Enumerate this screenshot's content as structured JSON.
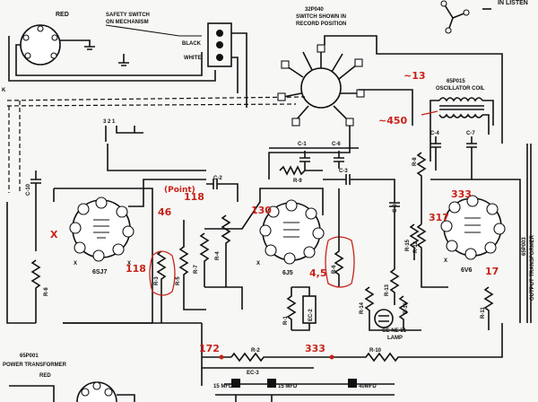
{
  "labels": {
    "red_top": "RED",
    "safety_switch": [
      "SAFETY SWITCH",
      "ON MECHANISM"
    ],
    "black": "BLACK",
    "white": "WHITE",
    "switch_part": "32P040",
    "switch_caption": [
      "SWITCH SHOWN IN",
      "RECORD POSITION"
    ],
    "in_listen": "IN LISTEN",
    "osc_part": "65P015",
    "osc_name": "OSCILLATOR COIL",
    "c1": "C-1",
    "c6": "C-6",
    "r9": "R-9",
    "c3": "C-3",
    "c2": "C-2",
    "c10": "C-10",
    "c4": "C-4",
    "c7": "C-7",
    "c9": "C-9",
    "r8_left": "R-8",
    "r8_mid": "R-8",
    "r3": "R-3",
    "r5": "R-5",
    "r7": "R-7",
    "r4": "R-4",
    "r6": "R-6",
    "r1": "R-1",
    "ec2": "EC-2",
    "r13": "R-13",
    "r15": "R-15",
    "r12": "R-12",
    "r14": "R-14",
    "r16": "R-16",
    "r11": "R-11",
    "r2": "R-2",
    "r10": "R-10",
    "ec3": "EC-3",
    "tube_6sj7": "6SJ7",
    "tube_6j5": "6J5",
    "tube_6v6": "6V6",
    "ge_lamp": [
      "GE NE 51",
      "LAMP"
    ],
    "power_part": "65P001",
    "power_name": "POWER TRANSFORMER",
    "red_bottom": "RED",
    "output_part": "65P003",
    "output_name": "OUTPUT TRANSFORMER",
    "cap_15a": "15 MFD",
    "cap_15b": "15 MFD",
    "cap_40": "40MFD",
    "k_left": "K",
    "x_marks": "X"
  },
  "annotations": {
    "v13": "~13",
    "v450": "~450",
    "v118_top": "118",
    "point": "(Point)",
    "v46": "46",
    "v118_left": "118",
    "v130": "130",
    "v45": "4,5",
    "v317": "317",
    "v333_top": "333",
    "v17": "17",
    "v172": "172",
    "v333_bottom": "333",
    "x_red": "X"
  },
  "colors": {
    "ink": "#111111",
    "paper": "#f7f7f5",
    "annotation_red": "#c8221a"
  }
}
